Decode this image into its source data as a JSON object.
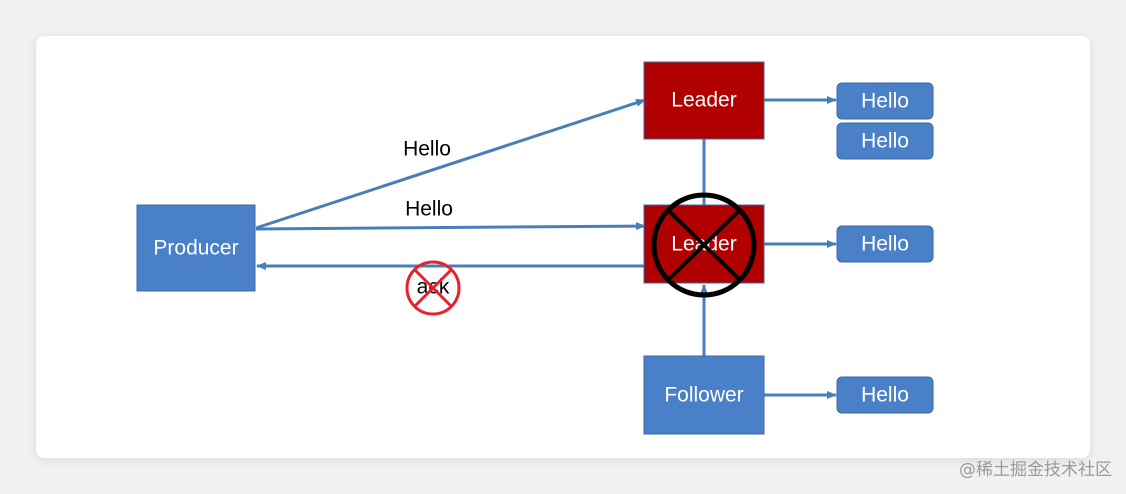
{
  "nodes": {
    "producer": "Producer",
    "leader_new": "Leader",
    "leader_failed": "Leader",
    "follower": "Follower"
  },
  "messages": {
    "top_label": "Hello",
    "middle_label": "Hello",
    "ack_label": "ack"
  },
  "queues": {
    "leader_new": [
      "Hello",
      "Hello"
    ],
    "leader_failed": [
      "Hello"
    ],
    "follower": [
      "Hello"
    ]
  },
  "colors": {
    "blue": "#4a7ebb",
    "box_blue": "#4a80c8",
    "red": "#b00000",
    "forbidden": "#e8222a"
  },
  "watermark": "@稀土掘金技术社区"
}
